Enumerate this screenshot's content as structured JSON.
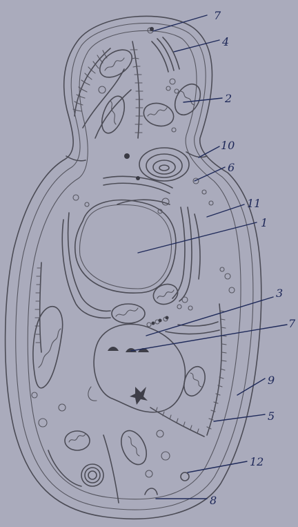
{
  "labels": {
    "l7a": "7",
    "l4": "4",
    "l2": "2",
    "l10": "10",
    "l6": "6",
    "l11": "11",
    "l1": "1",
    "l3": "3",
    "l7b": "7",
    "l9": "9",
    "l5": "5",
    "l12": "12",
    "l8": "8"
  },
  "colors": {
    "paper": "#a9aabb",
    "pencil": "#4b4b55",
    "ink": "#1f2a5a"
  }
}
